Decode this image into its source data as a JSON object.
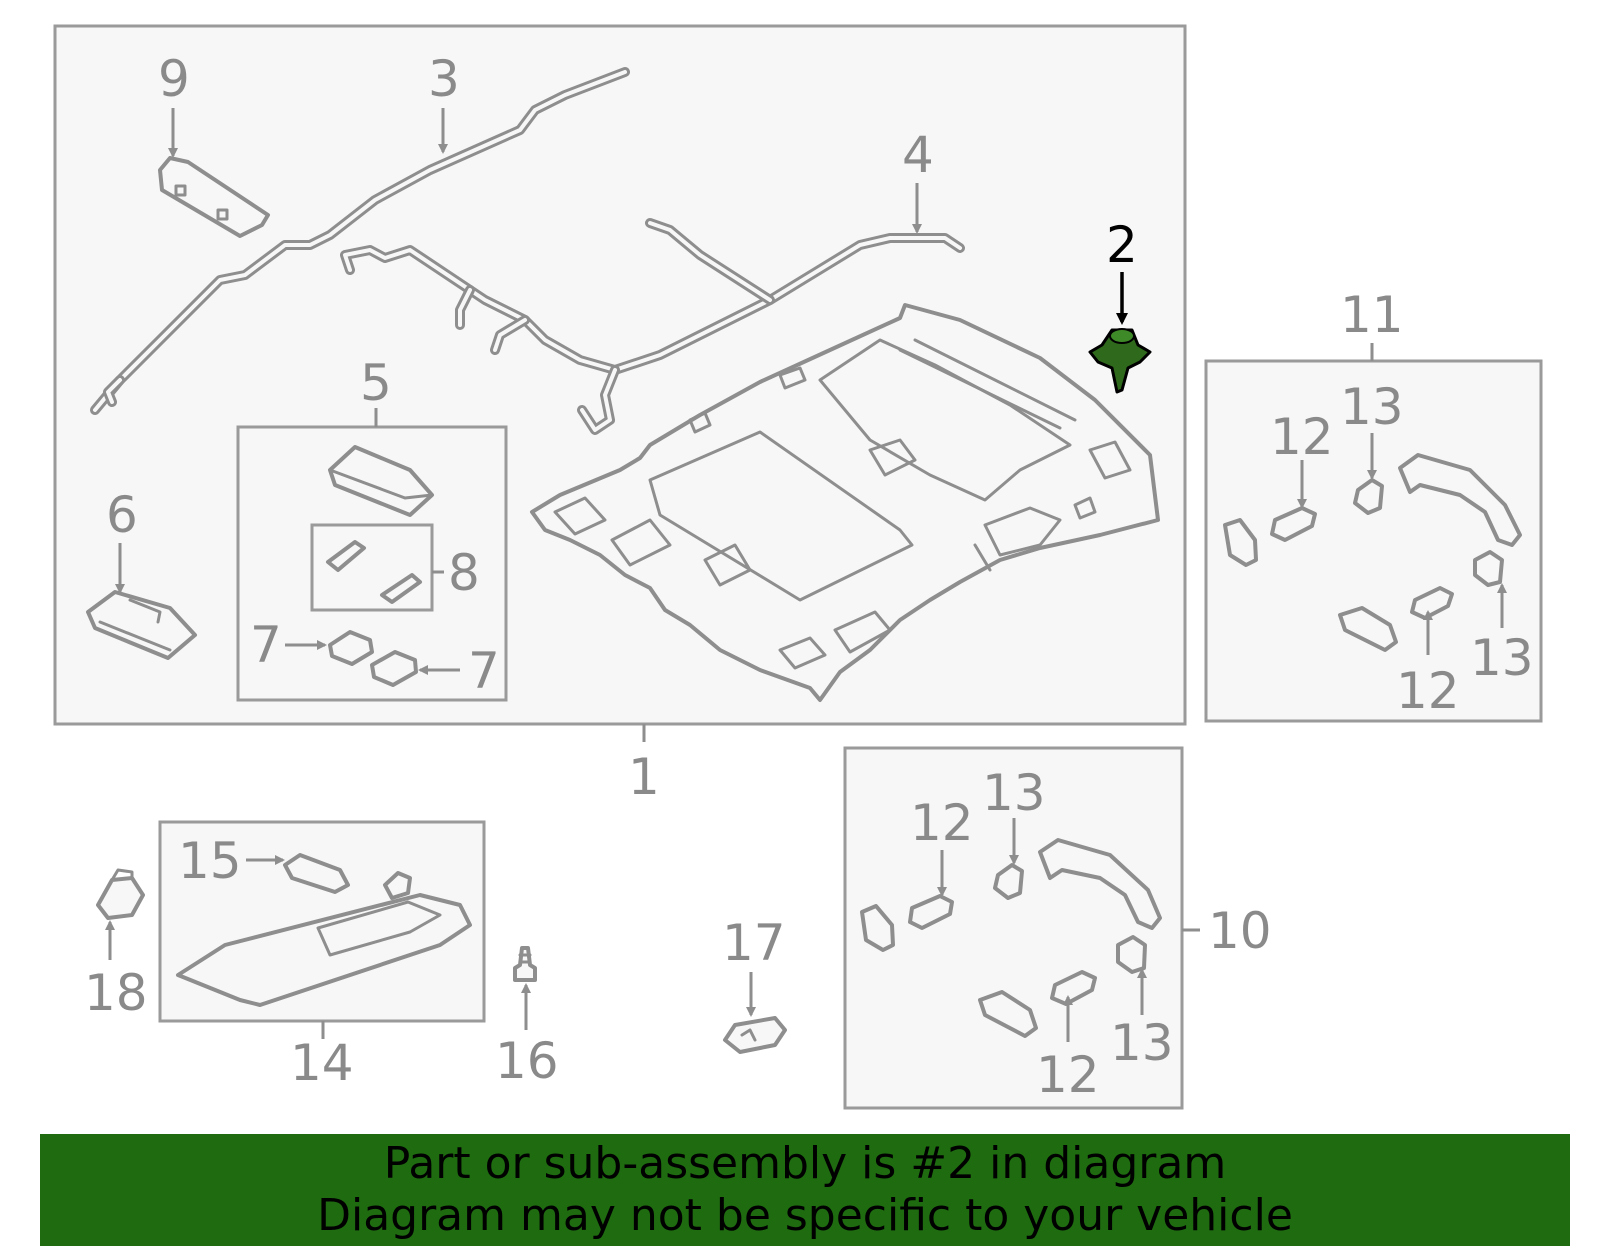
{
  "colors": {
    "banner": "#1e6b10",
    "highlight_part": "#2f6a1c",
    "line": "#8e8e8e",
    "panel_fill": "#f7f7f7"
  },
  "highlighted_callout": "2",
  "callouts": {
    "c1": "1",
    "c2": "2",
    "c3": "3",
    "c4": "4",
    "c5": "5",
    "c6": "6",
    "c7a": "7",
    "c7b": "7",
    "c8": "8",
    "c9": "9",
    "c10": "10",
    "c11": "11",
    "c12a": "12",
    "c12b": "12",
    "c12c": "12",
    "c12d": "12",
    "c13a": "13",
    "c13b": "13",
    "c13c": "13",
    "c13d": "13",
    "c14": "14",
    "c15": "15",
    "c16": "16",
    "c17": "17",
    "c18": "18"
  },
  "banner": {
    "line1": "Part or sub-assembly is #2 in diagram",
    "line2": "Diagram may not be specific to your vehicle"
  }
}
